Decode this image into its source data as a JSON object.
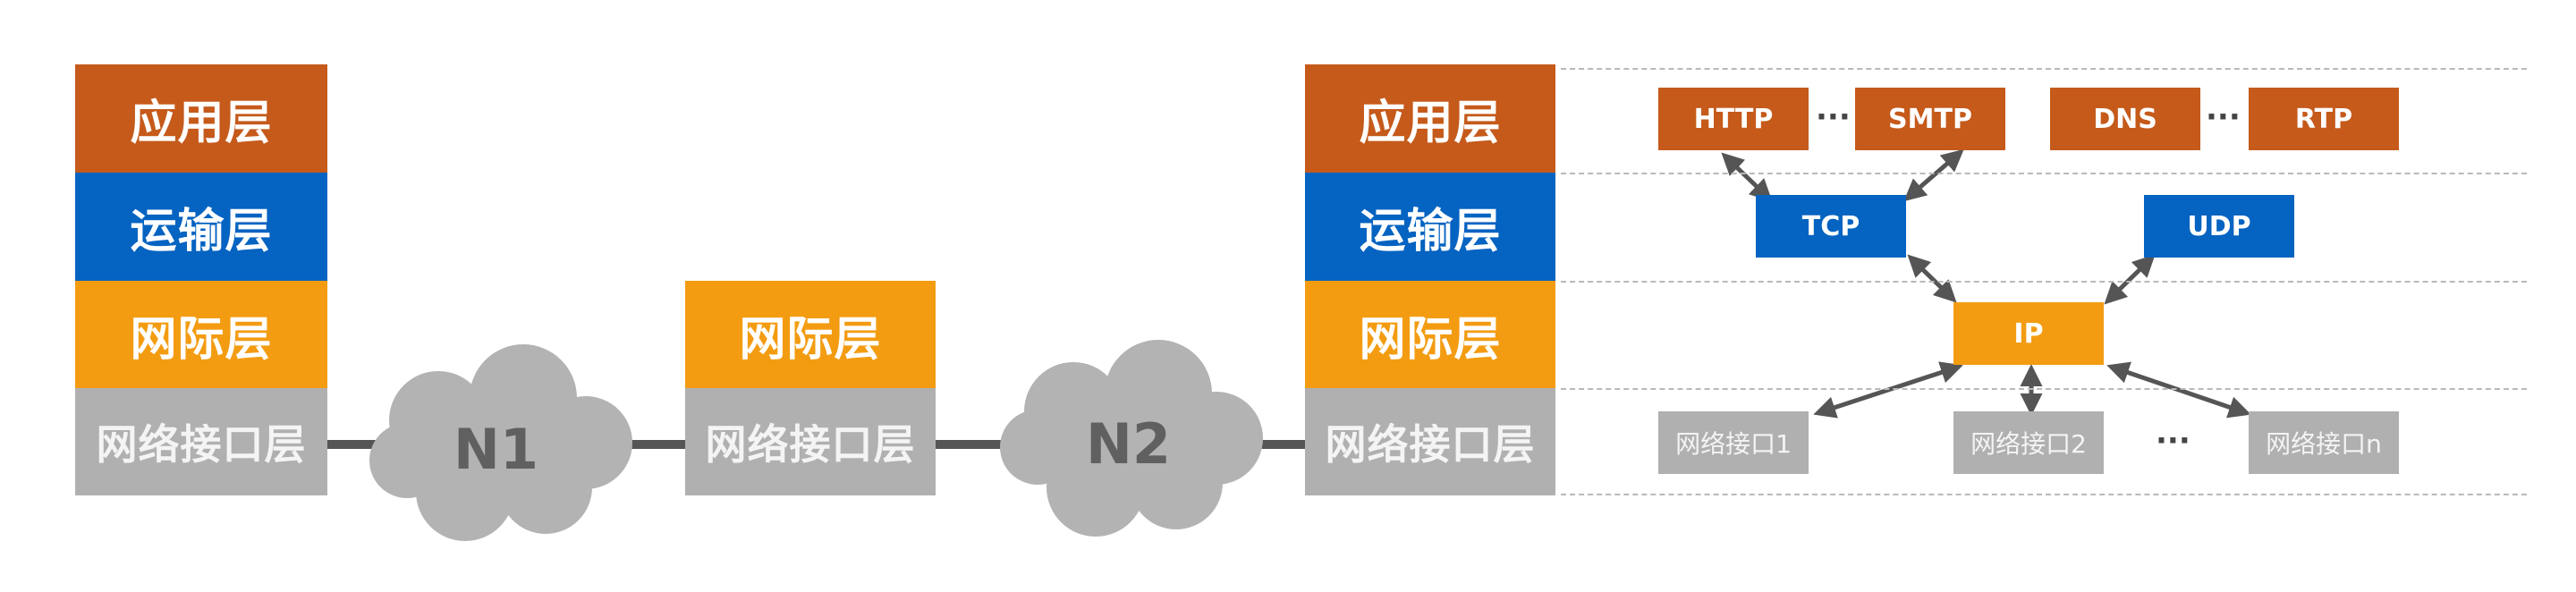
{
  "stacks": {
    "host_left": {
      "app": "应用层",
      "transport": "运输层",
      "internet": "网际层",
      "link": "网络接口层"
    },
    "router": {
      "internet": "网际层",
      "link": "网络接口层"
    },
    "host_right": {
      "app": "应用层",
      "transport": "运输层",
      "internet": "网际层",
      "link": "网络接口层"
    }
  },
  "networks": {
    "n1": "N1",
    "n2": "N2"
  },
  "protocols": {
    "application": {
      "http": "HTTP",
      "smtp": "SMTP",
      "dns": "DNS",
      "rtp": "RTP",
      "ellipsis_1": "···",
      "ellipsis_2": "···"
    },
    "transport": {
      "tcp": "TCP",
      "udp": "UDP"
    },
    "internet": {
      "ip": "IP"
    },
    "interfaces": {
      "if1": "网络接口1",
      "if2": "网络接口2",
      "ifn": "网络接口n",
      "ellipsis": "···"
    }
  },
  "colors": {
    "application_layer": "#c55a1b",
    "transport_layer": "#0563c1",
    "internet_layer": "#f39c12",
    "link_layer": "#b0b0b0",
    "cloud": "#b3b3b3",
    "connector": "#555555"
  }
}
